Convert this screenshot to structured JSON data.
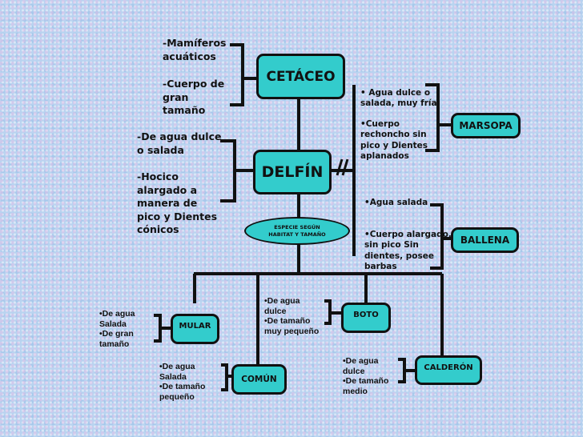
{
  "nodes": {
    "cetaceo": "CETÁCEO",
    "delfin": "DELFÍN",
    "especie_line1": "ESPECIE SEGÚN",
    "especie_line2": "HABITAT Y TAMAÑO",
    "marsopa": "MARSOPA",
    "ballena": "BALLENA",
    "mular": "MULAR",
    "comun": "COMÚN",
    "boto": "BOTO",
    "calderon": "CALDERÓN"
  },
  "notes": {
    "cetaceo_1": "-Mamíferos\nacuáticos",
    "cetaceo_2": "-Cuerpo de\ngran\ntamaño",
    "delfin_1": "-De agua dulce\no salada",
    "delfin_2": "-Hocico\nalargado a\nmanera de\npico y Dientes\ncónicos",
    "marsopa_1": "• Agua dulce o\nsalada, muy fría",
    "marsopa_2": "•Cuerpo\nrechoncho sin\npico y Dientes\naplanados",
    "ballena_1": "•Agua salada",
    "ballena_2": "•Cuerpo alargado,\nsin pico Sin\ndientes, posee\nbarbas",
    "mular": "•De agua\nSalada\n•De gran\ntamaño",
    "comun": "•De agua\nSalada\n•De tamaño\npequeño",
    "boto": "•De agua\ndulce\n•De tamaño\nmuy pequeño",
    "calderon": "•De agua\ndulce\n•De tamaño\nmedio"
  },
  "colors": {
    "node": "#33cccc",
    "line": "#111111"
  }
}
